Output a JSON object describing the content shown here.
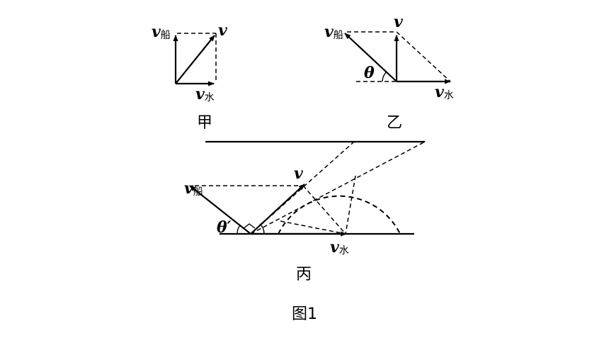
{
  "labels": {
    "v": "v",
    "v_boat_main": "v",
    "v_boat_sub": "船",
    "v_water_main": "v",
    "v_water_sub": "水",
    "theta": "θ",
    "theta_prime": "θ′"
  },
  "captions": {
    "jia": "甲",
    "yi": "乙",
    "bing": "丙",
    "figure": "图1"
  }
}
